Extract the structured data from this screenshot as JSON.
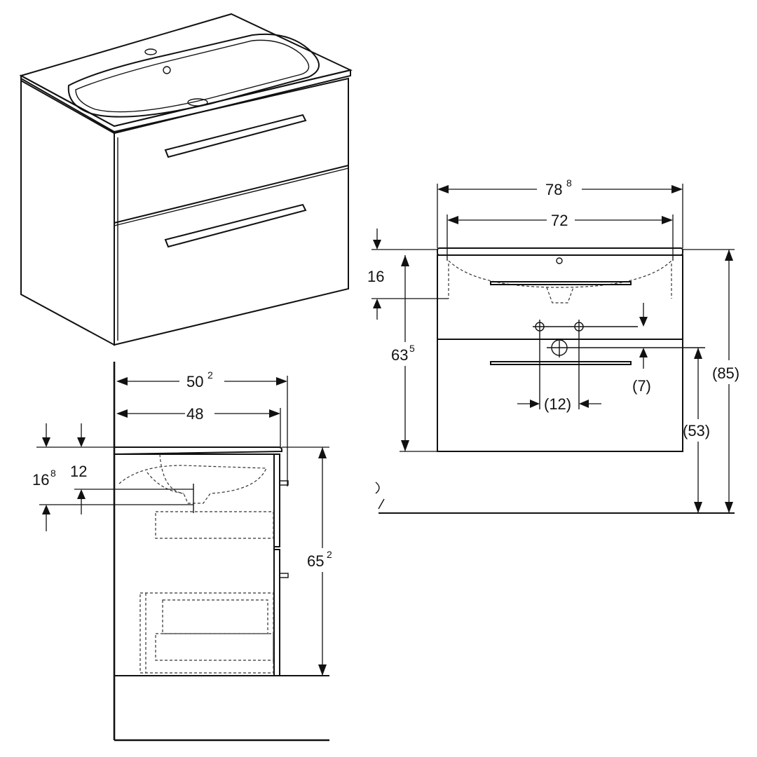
{
  "dimensions": {
    "width_total": {
      "main": "78",
      "sup": "8"
    },
    "width_basin": {
      "main": "72",
      "sup": ""
    },
    "front_depth_basin": {
      "main": "16",
      "sup": ""
    },
    "front_height_cabinet": {
      "main": "63",
      "sup": "5"
    },
    "front_total_height": {
      "main": "(85)",
      "sup": ""
    },
    "front_floor_height": {
      "main": "(53)",
      "sup": ""
    },
    "front_drain_offset": {
      "main": "(7)",
      "sup": ""
    },
    "front_drain_spacing": {
      "main": "(12)",
      "sup": ""
    },
    "side_depth_total": {
      "main": "50",
      "sup": "2"
    },
    "side_depth_cabinet": {
      "main": "48",
      "sup": ""
    },
    "side_depth_basin": {
      "main": "16",
      "sup": "8"
    },
    "side_depth_trap": {
      "main": "12",
      "sup": ""
    },
    "side_height": {
      "main": "65",
      "sup": "2"
    }
  }
}
